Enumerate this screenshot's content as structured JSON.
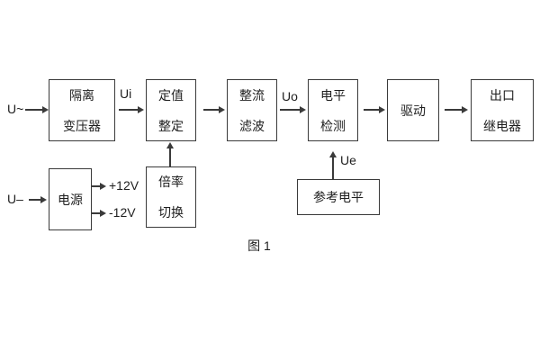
{
  "caption": "图 1",
  "labels": {
    "input_ac": "U~",
    "input_dc": "U–",
    "ui": "Ui",
    "uo": "Uo",
    "ue": "Ue",
    "plus12": "+12V",
    "minus12": "-12V"
  },
  "blocks": {
    "isolation_transformer": {
      "line1": "隔离",
      "line2": "变压器"
    },
    "setting_adjust": {
      "line1": "定值",
      "line2": "整定"
    },
    "rectify_filter": {
      "line1": "整流",
      "line2": "滤波"
    },
    "level_detect": {
      "line1": "电平",
      "line2": "检测"
    },
    "drive": {
      "label": "驱动"
    },
    "output_relay": {
      "line1": "出口",
      "line2": "继电器"
    },
    "power_supply": {
      "label": "电源"
    },
    "ratio_switch": {
      "line1": "倍率",
      "line2": "切换"
    },
    "reference_level": {
      "label": "参考电平"
    }
  },
  "colors": {
    "line": "#3a3a3a",
    "text": "#1e1e1e",
    "background": "#ffffff"
  }
}
